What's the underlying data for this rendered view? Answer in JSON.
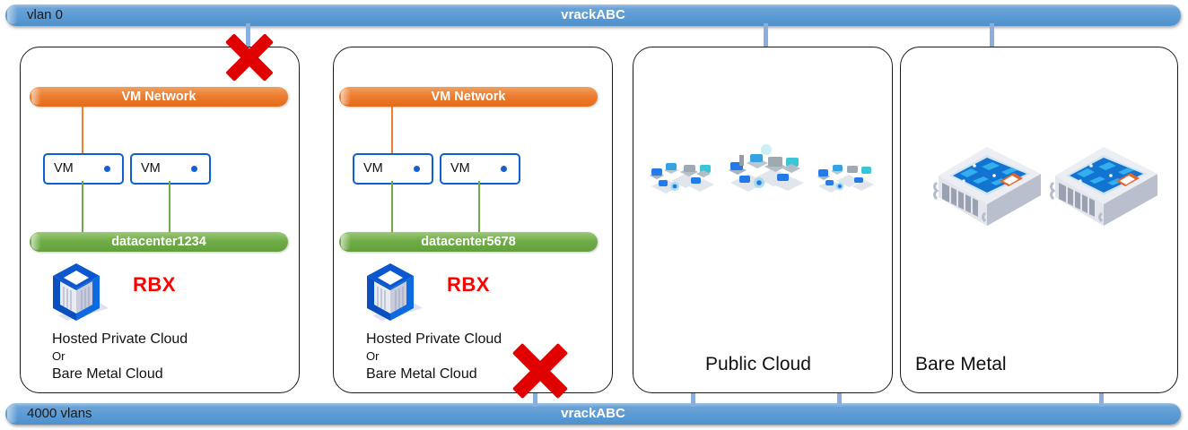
{
  "top_bar": {
    "left_label": "vlan 0",
    "center_label": "vrackABC",
    "color": "#5b9bd5"
  },
  "bottom_bar": {
    "left_label": "4000 vlans",
    "center_label": "vrackABC",
    "color": "#5b9bd5"
  },
  "panels": [
    {
      "id": "panel-1",
      "network_label": "VM Network",
      "network_color": "#ed7d31",
      "vms": [
        {
          "label": "VM"
        },
        {
          "label": "VM"
        }
      ],
      "datacenter_label": "datacenter1234",
      "datacenter_color": "#70ad47",
      "region_label": "RBX",
      "region_color": "#ff0000",
      "desc_line1": "Hosted Private Cloud",
      "desc_line2": "Or",
      "desc_line3": "Bare Metal Cloud",
      "blocked": true
    },
    {
      "id": "panel-2",
      "network_label": "VM Network",
      "network_color": "#ed7d31",
      "vms": [
        {
          "label": "VM"
        },
        {
          "label": "VM"
        }
      ],
      "datacenter_label": "datacenter5678",
      "datacenter_color": "#70ad47",
      "region_label": "RBX",
      "region_color": "#ff0000",
      "desc_line1": "Hosted Private Cloud",
      "desc_line2": "Or",
      "desc_line3": "Bare Metal Cloud",
      "blocked": true
    },
    {
      "id": "panel-3",
      "caption": "Public Cloud",
      "icon_count": 3,
      "icon": "network-cluster-icon"
    },
    {
      "id": "panel-4",
      "caption": "Bare Metal",
      "icon_count": 2,
      "icon": "server-board-icon"
    }
  ],
  "connector_color": "#8aaedd",
  "blocked_marker": {
    "name": "red-x-marker",
    "color": "#e00000"
  }
}
